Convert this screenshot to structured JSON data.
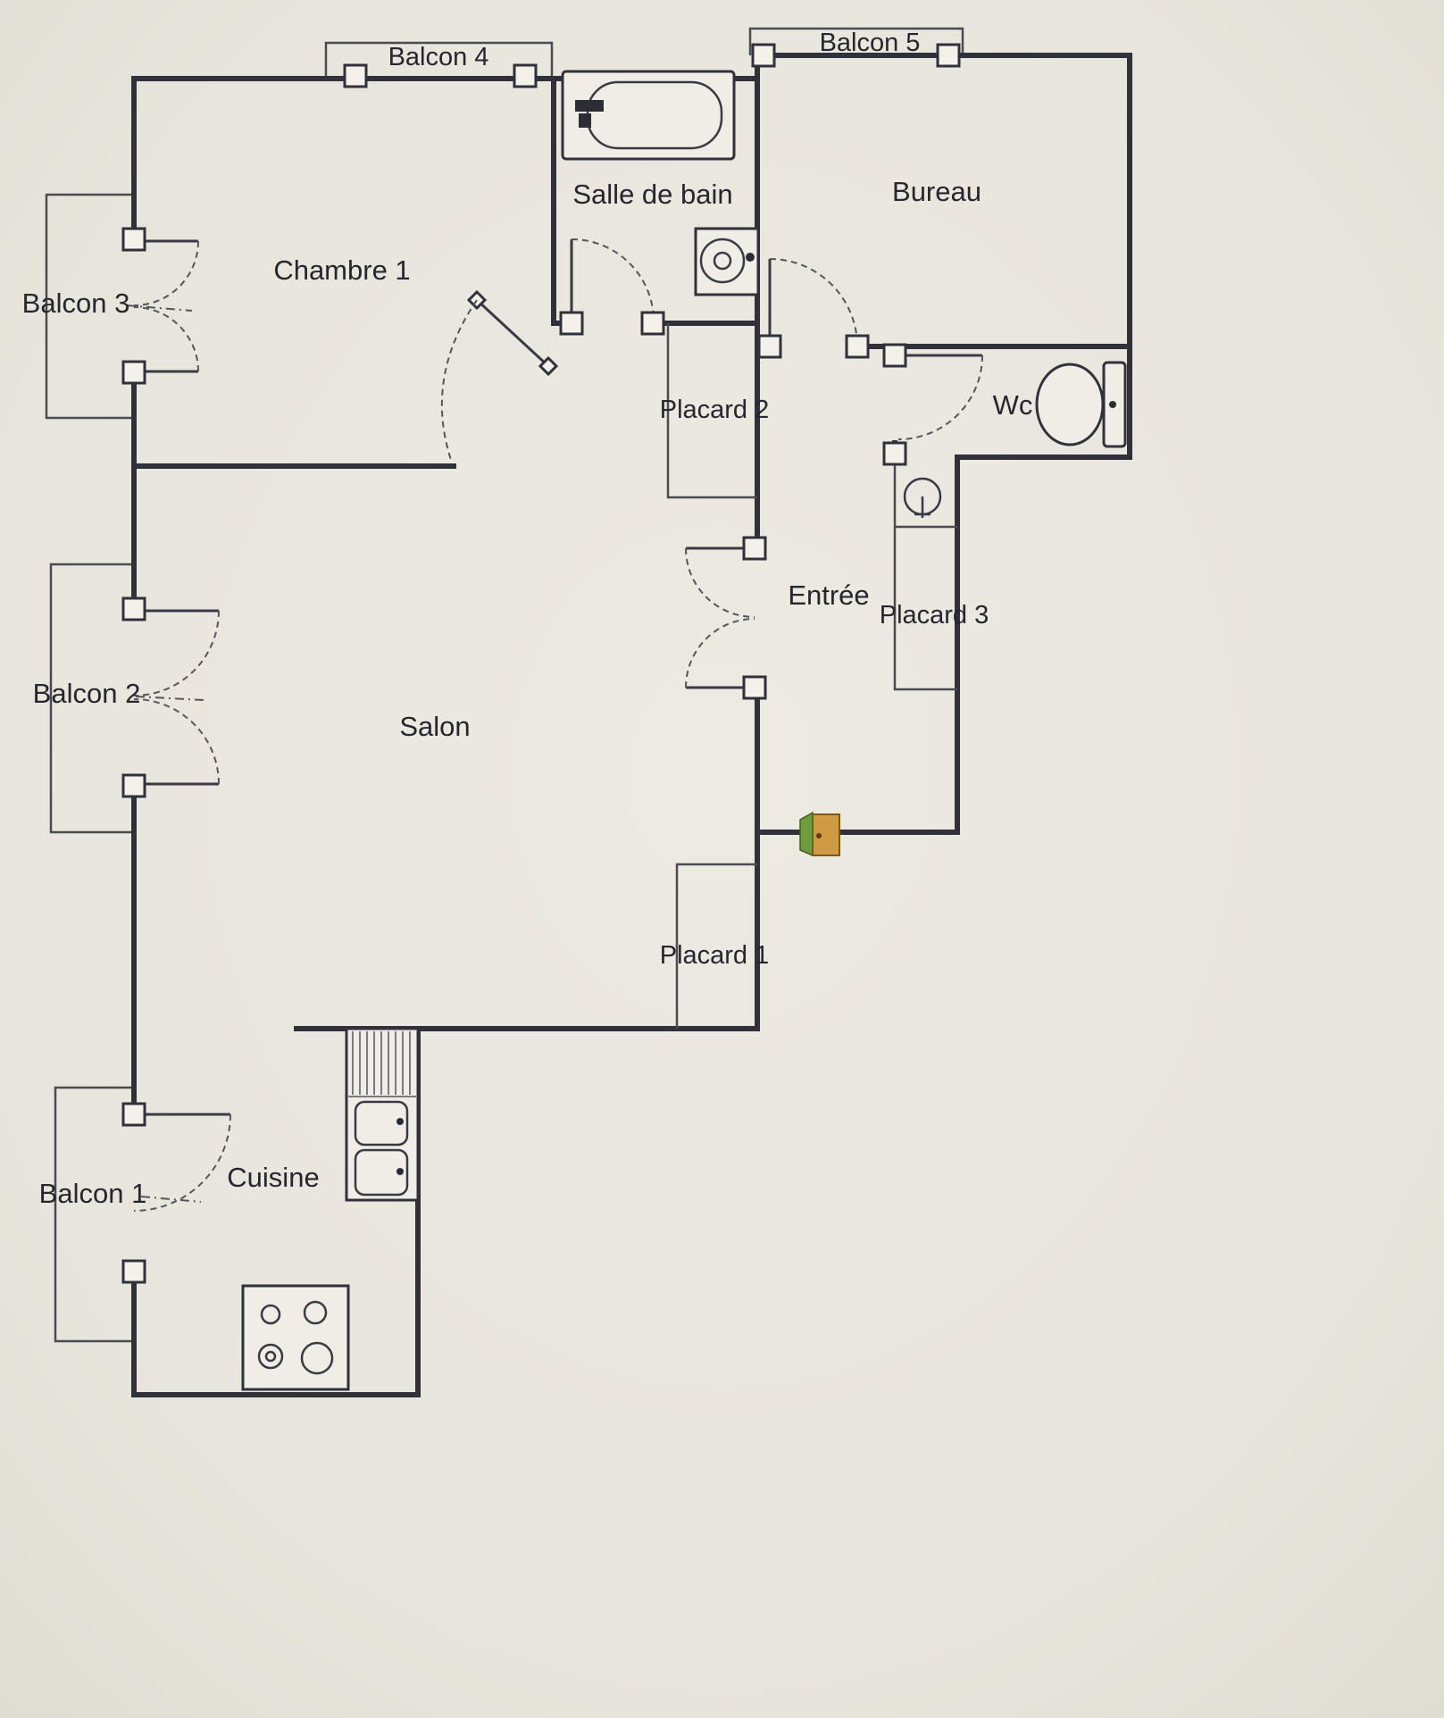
{
  "document": {
    "type": "apartment-floor-plan",
    "language": "fr"
  },
  "colors": {
    "paper": "#e9e6dd",
    "wall": "#31313b",
    "thin_line": "#4b4b53",
    "label": "#26262e",
    "entry_door_wood": "#d09a44",
    "entry_door_green": "#6f9c3d"
  },
  "rooms": {
    "balcon4": "Balcon 4",
    "balcon5": "Balcon 5",
    "salle_de_bain": "Salle de bain",
    "bureau": "Bureau",
    "chambre1": "Chambre 1",
    "balcon3": "Balcon 3",
    "wc": "Wc",
    "placard2": "Placard 2",
    "entree": "Entrée",
    "placard3": "Placard 3",
    "balcon2": "Balcon 2",
    "salon": "Salon",
    "placard1": "Placard 1",
    "cuisine": "Cuisine",
    "balcon1": "Balcon 1"
  },
  "fixtures": [
    "bathtub-icon",
    "washing-machine-icon",
    "toilet-icon",
    "water-heater-icon",
    "kitchen-sink-icon",
    "stove-icon",
    "entry-door-icon"
  ]
}
